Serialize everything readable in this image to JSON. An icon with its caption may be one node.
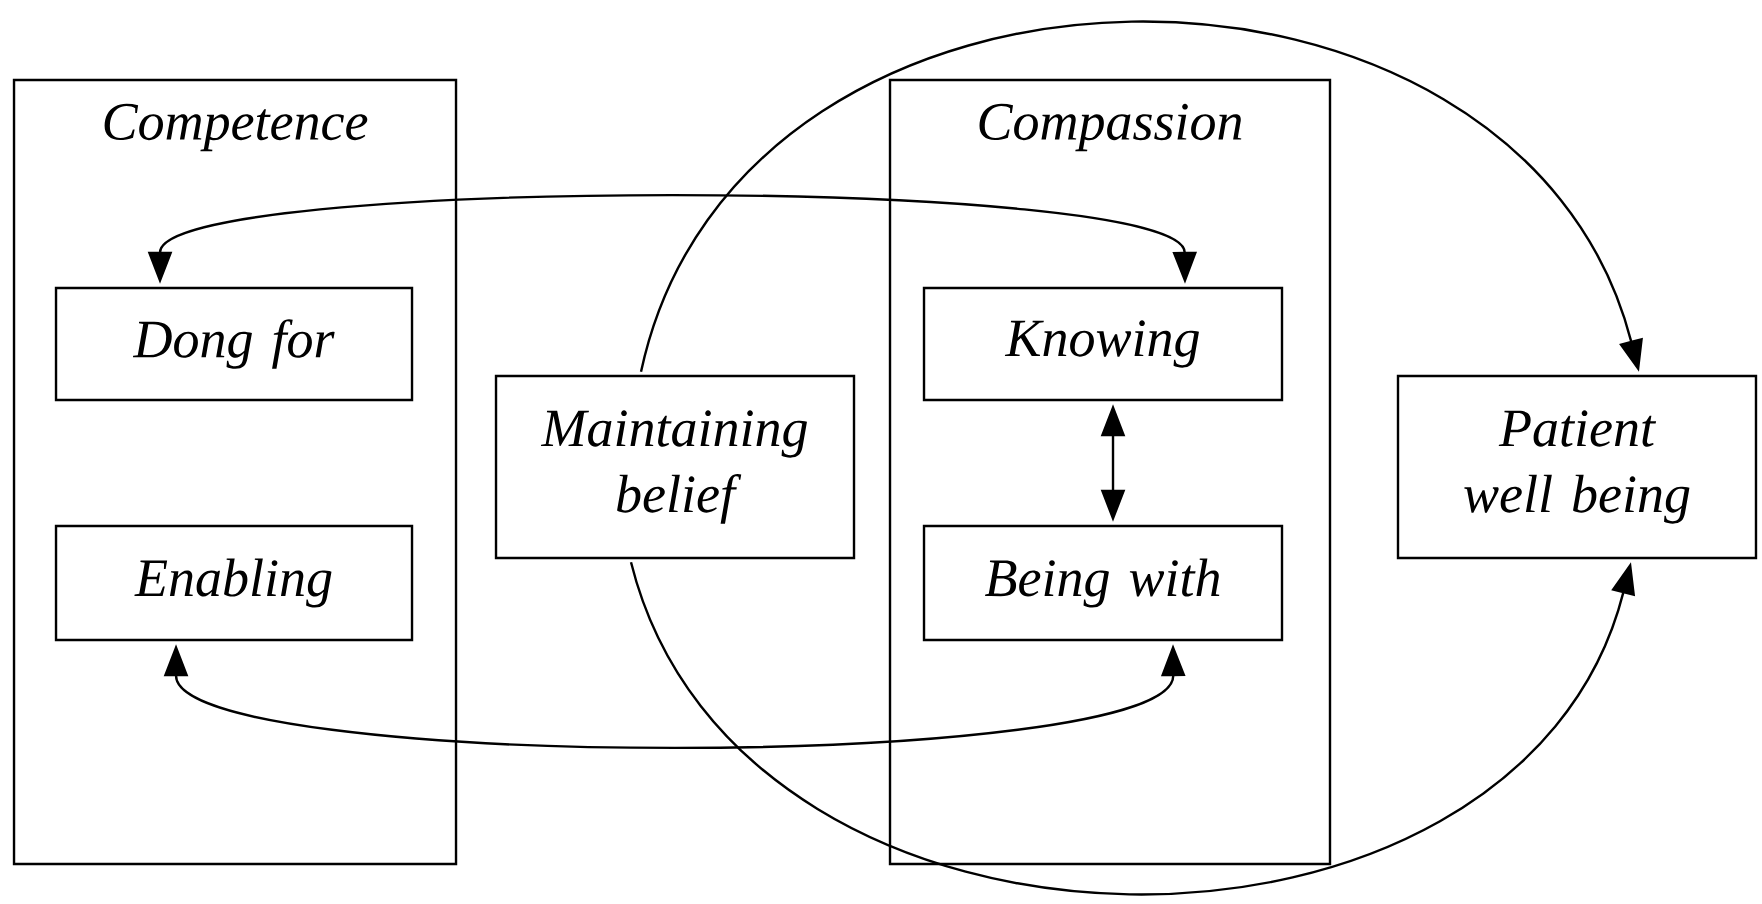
{
  "diagram": {
    "nodes": [
      {
        "text": [
          "Competence"
        ]
      },
      {
        "text": [
          "Dong for"
        ],
        "in": 0
      },
      {
        "text": [
          "Enabling"
        ],
        "in": 0
      },
      {
        "text": [
          "Maintaining belief"
        ]
      },
      {
        "text": [
          "Compassion"
        ]
      },
      {
        "text": [
          "Knowing"
        ],
        "in": 4
      },
      {
        "text": [
          "Being with"
        ],
        "in": 4
      },
      {
        "text": [
          "Patient well being"
        ]
      }
    ],
    "edges": [
      {
        "from": 1,
        "to": 5,
        "arrow": "both"
      },
      {
        "from": 2,
        "to": 6,
        "arrow": "both"
      },
      {
        "from": 5,
        "to": 6,
        "arrow": "both"
      },
      {
        "from": 3,
        "to": 7,
        "arrow": "to"
      },
      {
        "from": 3,
        "to": 7,
        "arrow": "to"
      }
    ]
  }
}
